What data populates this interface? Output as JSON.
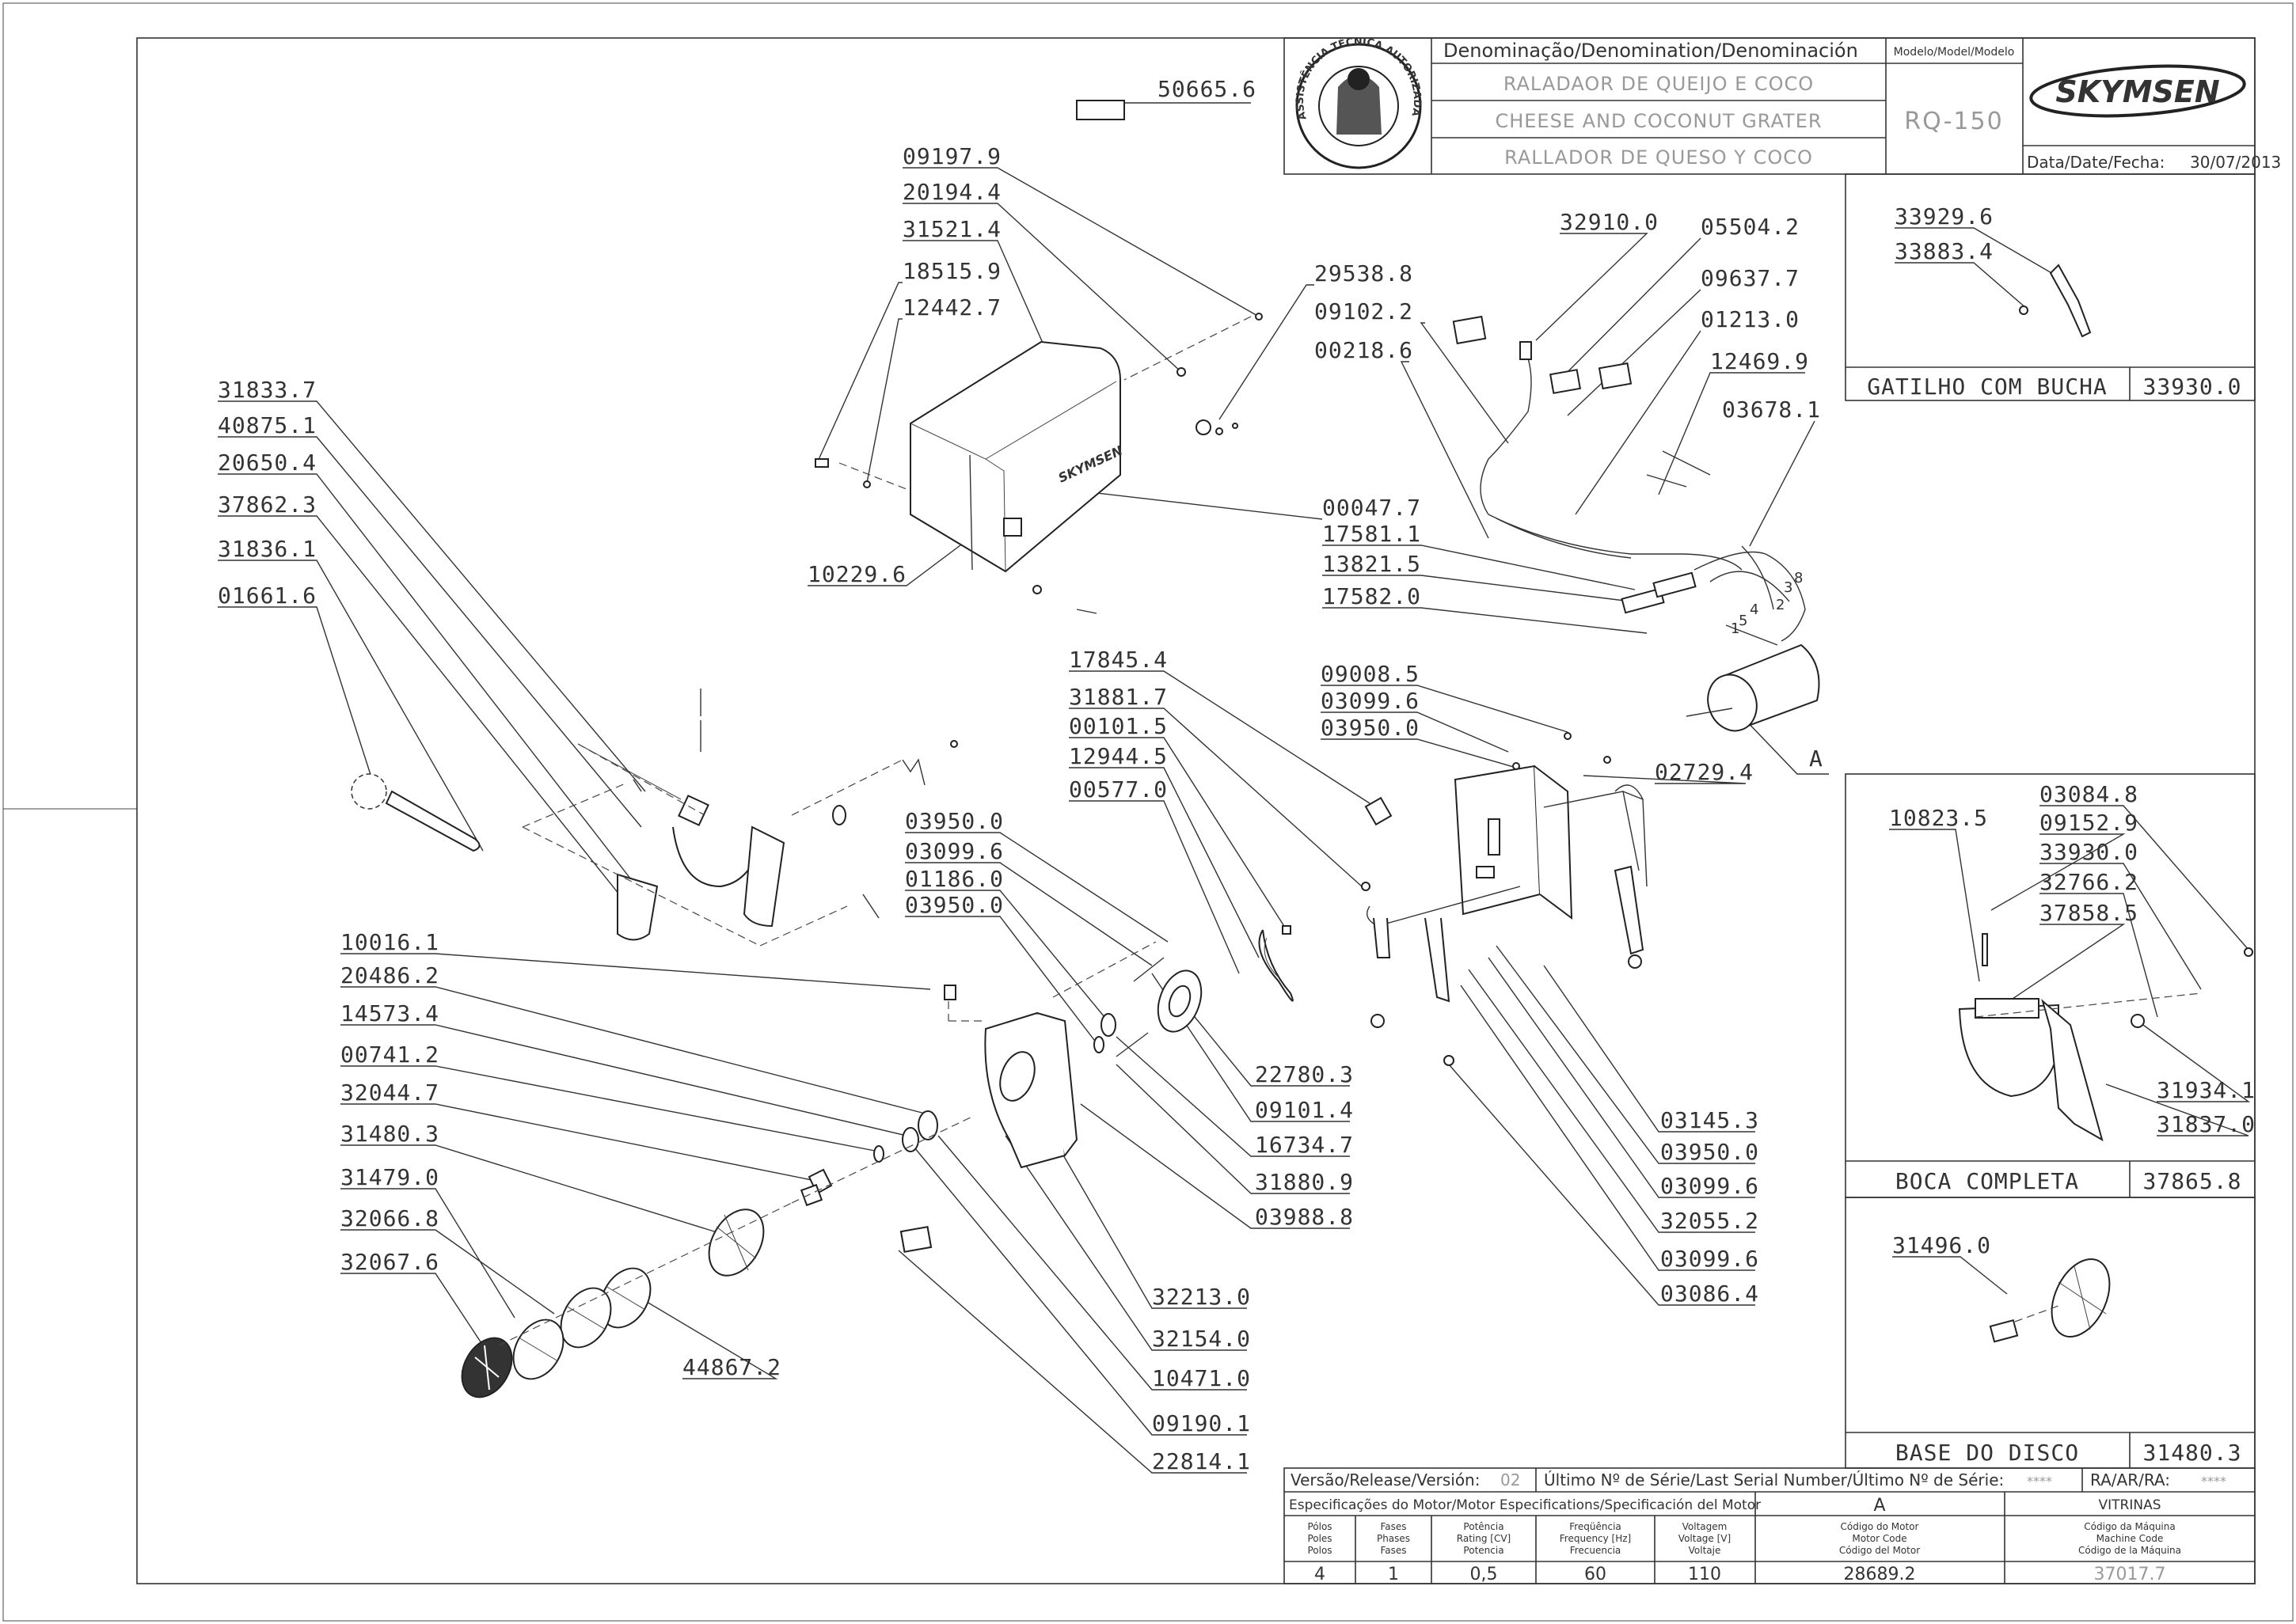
{
  "title_block": {
    "header": "Denominação/Denomination/Denominación",
    "names": [
      "RALADAOR DE QUEIJO E COCO",
      "CHEESE AND COCONUT GRATER",
      "RALLADOR DE QUESO Y COCO"
    ],
    "model_header": "Modelo/Model/Modelo",
    "model": "RQ-150",
    "brand": "SKYMSEN",
    "date_label": "Data/Date/Fecha:",
    "date": "30/07/2013",
    "seal_text": "ASSISTÊNCIA TÉCNICA AUTORIZADA"
  },
  "main_labels": {
    "top_sticker": "50665.6",
    "cover": [
      "09197.9",
      "20194.4",
      "31521.4",
      "18515.9",
      "12442.7",
      "29538.8",
      "10229.6"
    ],
    "left_arm": [
      "31833.7",
      "40875.1",
      "20650.4",
      "37862.3",
      "31836.1",
      "01661.6"
    ],
    "electrical": [
      "32910.0",
      "05504.2",
      "09637.7",
      "09102.2",
      "01213.0",
      "00218.6",
      "12469.9",
      "03678.1",
      "00047.7",
      "17581.1",
      "13821.5",
      "17582.0"
    ],
    "frame_upper": [
      "17845.4",
      "31881.7",
      "00101.5",
      "12944.5",
      "00577.0",
      "09008.5",
      "03099.6",
      "03950.0",
      "02729.4"
    ],
    "motor_marker": "A",
    "pulley": [
      "03950.0",
      "03099.6",
      "01186.0",
      "03950.0"
    ],
    "pulley_right": [
      "22780.3",
      "09101.4",
      "16734.7",
      "31880.9",
      "03988.8"
    ],
    "frame_right": [
      "03145.3",
      "03950.0",
      "03099.6",
      "32055.2",
      "03099.6",
      "03086.4"
    ],
    "shaft": [
      "10016.1",
      "20486.2",
      "14573.4",
      "00741.2",
      "32044.7",
      "31480.3",
      "31479.0",
      "32066.8",
      "32067.6",
      "44867.2"
    ],
    "housing": [
      "32213.0",
      "32154.0",
      "10471.0",
      "09190.1",
      "22814.1"
    ]
  },
  "panels": {
    "gatilho": {
      "labels": [
        "33929.6",
        "33883.4"
      ],
      "title": "GATILHO COM BUCHA",
      "code": "33930.0"
    },
    "boca": {
      "labels": [
        "10823.5",
        "03084.8",
        "09152.9",
        "33930.0",
        "32766.2",
        "37858.5",
        "31934.1",
        "31837.0"
      ],
      "title": "BOCA COMPLETA",
      "code": "37865.8"
    },
    "base_disco": {
      "labels": [
        "31496.0"
      ],
      "title": "BASE DO DISCO",
      "code": "31480.3"
    }
  },
  "bottom_table": {
    "release_label": "Versão/Release/Versión:",
    "release": "02",
    "serial_label": "Último Nº de Série/Last Serial Number/Último Nº de Série:",
    "serial": "****",
    "ra_label": "RA/AR/RA:",
    "ra": "****",
    "motor_spec_label": "Especificações do Motor/Motor Especifications/Specificación del Motor",
    "motor_col": "A",
    "vitrinas": "VITRINAS",
    "columns": [
      [
        "Pólos",
        "Poles",
        "Polos"
      ],
      [
        "Fases",
        "Phases",
        "Fases"
      ],
      [
        "Potência",
        "Rating [CV]",
        "Potencia"
      ],
      [
        "Freqüência",
        "Frequency [Hz]",
        "Frecuencia"
      ],
      [
        "Voltagem",
        "Voltage [V]",
        "Voltaje"
      ],
      [
        "Código do Motor",
        "Motor Code",
        "Código del Motor"
      ],
      [
        "Código da Máquina",
        "Machine Code",
        "Código de la Máquina"
      ]
    ],
    "values": [
      "4",
      "1",
      "0,5",
      "60",
      "110",
      "28689.2",
      "37017.7"
    ]
  },
  "wire_numbers": [
    "1",
    "5",
    "4",
    "2",
    "3",
    "8"
  ]
}
